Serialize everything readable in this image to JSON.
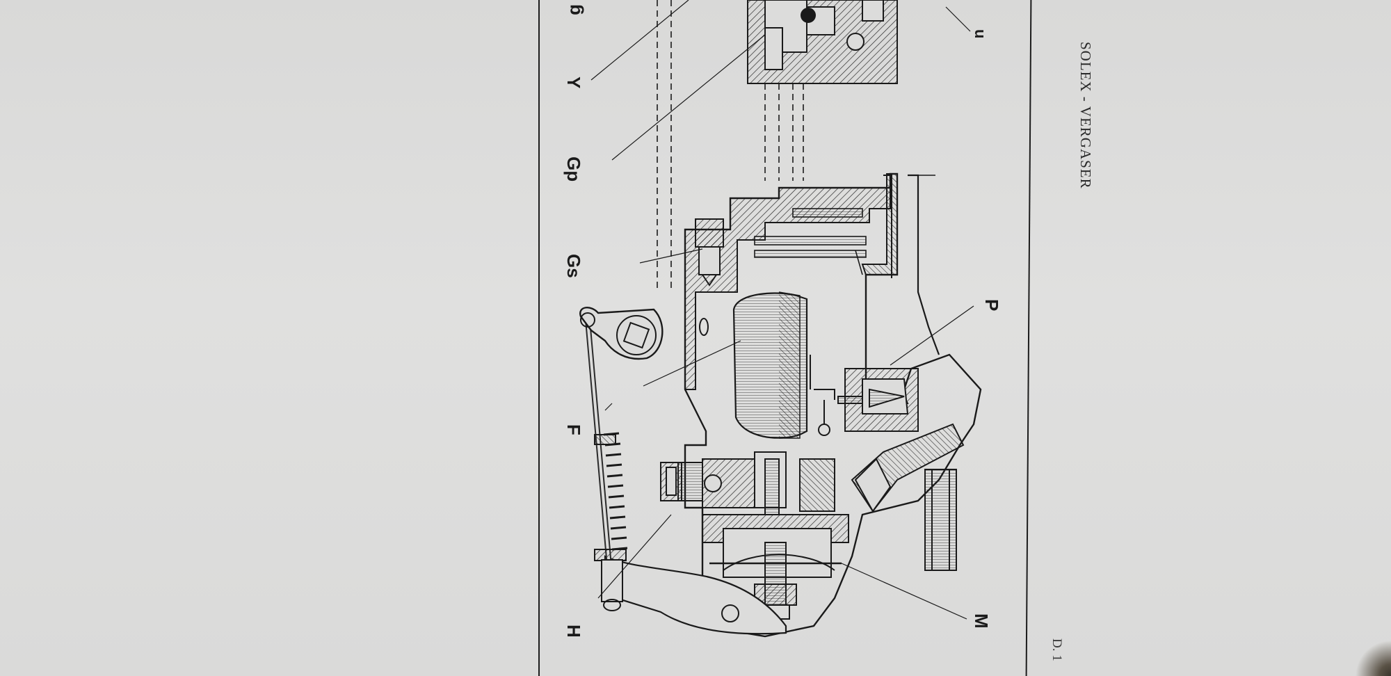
{
  "page": {
    "header": "SOLEX - VERGASER",
    "page_ref": "D. 1"
  },
  "labels": {
    "partial_top_1": "g",
    "partial_top_2": "/",
    "y": "Y",
    "gp": "Gp",
    "gs": "Gs",
    "f": "F",
    "h": "H",
    "u": "u",
    "p": "P",
    "m": "M"
  },
  "colors": {
    "ink": "#1a1a1a",
    "paper": "#dcdcdb",
    "hatch": "#2b2b2b"
  }
}
